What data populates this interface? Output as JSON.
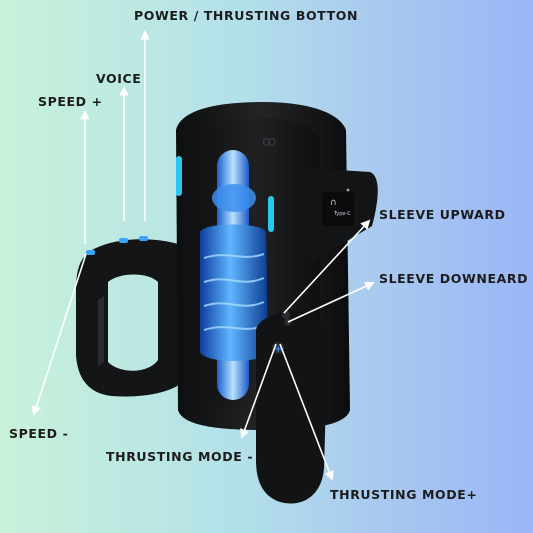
{
  "labels": {
    "power_thrusting": "POWER / THRUSTING BOTTON",
    "voice": "VOICE",
    "speed_plus": "SPEED +",
    "sleeve_upward": "SLEEVE UPWARD",
    "sleeve_downward": "SLEEVE DOWNEARD",
    "speed_minus": "SPEED -",
    "thrusting_mode_minus": "THRUSTING MODE -",
    "thrusting_mode_plus": "THRUSTING MODE+"
  },
  "device": {
    "port_label": "Type-C",
    "brand_mark": "ꝏ"
  },
  "colors": {
    "background_left": "#c8f2d9",
    "background_right": "#9ab6f6",
    "body": "#151617",
    "sleeve_blue": "#2f8cf0",
    "accent_cyan": "#28c8f0",
    "callout_line": "#ffffff",
    "label_text": "#1c1c1c"
  }
}
